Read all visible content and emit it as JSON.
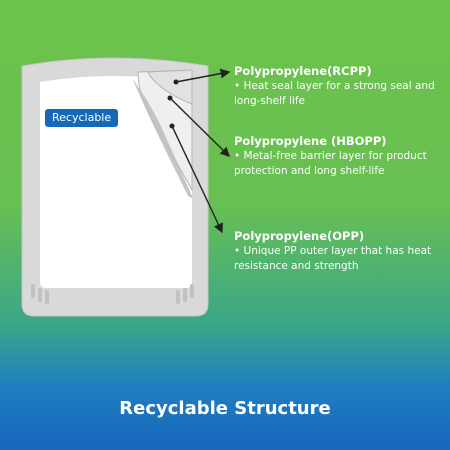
{
  "badge": "Recyclable",
  "layers": [
    {
      "title": "Polypropylene(RCPP)",
      "description": "•  Heat seal layer for a strong seal and long-shelf life"
    },
    {
      "title": "Polypropylene (HBOPP)",
      "description": "•  Metal-free barrier layer for product protection and long shelf-life"
    },
    {
      "title": "Polypropylene(OPP)",
      "description": "•  Unique PP outer layer that has heat resistance and strength"
    }
  ],
  "footer": "Recyclable Structure",
  "colors": {
    "background_top": "#6cc24a",
    "background_bottom": "#1867bd",
    "badge": "#1569b8",
    "pouch": "#d7d7d7"
  }
}
